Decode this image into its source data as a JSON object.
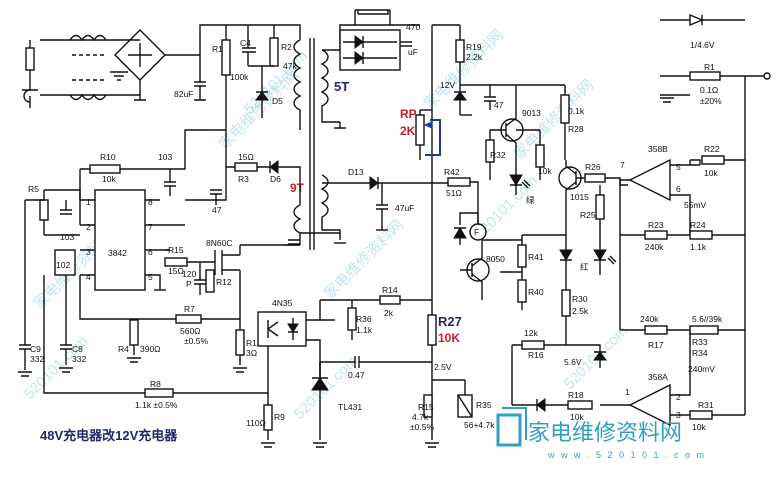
{
  "title": "48V充电器改12V充电器",
  "watermark": "家电维修资料网",
  "watermark_url": "520101.com",
  "logo": {
    "text": "家电维修资料网",
    "url": "w w w . 5 2 0 1 0 1 . c o m"
  },
  "annotations": {
    "t5": "5T",
    "t9": "9T",
    "rp": "RP",
    "rp_val": "2K",
    "r27": "R27",
    "r27_val": "10K"
  },
  "labels": {
    "r1": "R1",
    "r1v": "100k",
    "c4": "C4",
    "r2": "R2",
    "r2v": "47k",
    "d5": "D5",
    "c82": "82uF",
    "r10": "R10",
    "r10v": "10k",
    "c103a": "103",
    "c103b": "103",
    "r5": "R5",
    "c102": "102",
    "ic": "3842",
    "p1": "1",
    "p2": "2",
    "p3": "3",
    "p4": "4",
    "p5": "5",
    "p6": "6",
    "p7": "7",
    "p8": "8",
    "r3": "R3",
    "r3v": "15Ω",
    "d6": "D6",
    "c47a": "47",
    "r15": "R15",
    "r15v": "15Ω",
    "q1": "8N60C",
    "c120": "120",
    "cp": "P",
    "r12": "R12",
    "r7": "R7",
    "r7v": "560Ω",
    "r7t": "±0.5%",
    "r4": "R4",
    "r4v": "390Ω",
    "r13": "R13",
    "r13v": "3Ω",
    "c9": "C9",
    "c9v": "332",
    "c8": "C8",
    "c8v": "332",
    "r8": "R8",
    "r8v": "1.1k ±0.5%",
    "r9": "R9",
    "r9v": "110Ω",
    "oc": "4N35",
    "r14": "R14",
    "r14v": "2k",
    "r36": "R36",
    "r36v": "1.1k",
    "c047": "0.47",
    "tl": "TL431",
    "v25": "2.5V",
    "r15b": "R15",
    "r15bv": "4.7k",
    "r15bt": "±0.5%",
    "r35": "R35",
    "r35v": "56+4.7k",
    "d13": "D13",
    "r42": "R42",
    "r42v": "51Ω",
    "c47uf": "47uF",
    "c470": "470",
    "c470u": "uF",
    "r19": "R19",
    "r19v": "2.2k",
    "v12": "12V",
    "c47b": "47",
    "q9013": "9013",
    "r32": "R32",
    "green": "绿",
    "r28": "R28",
    "r28v": "0.1k",
    "q1015": "1015",
    "r28b": "10k",
    "r26": "R26",
    "r25": "R25",
    "r41": "R41",
    "r40": "R40",
    "q8050": "8050",
    "red": "红",
    "r30": "R30",
    "r30v": "2.5k",
    "r16": "R16",
    "r16v": "12k",
    "d56": "5.6V",
    "r18": "R18",
    "r18v": "10k",
    "r31": "R31",
    "r31v": "10k",
    "r1o": "R1",
    "r1ov": "0.1Ω",
    "r1ot": "±20%",
    "u358b": "358B",
    "r22": "R22",
    "r22v": "10k",
    "mv55": "55mV",
    "r23": "R23",
    "r23v": "240k",
    "r24": "R24",
    "r24v": "1.1k",
    "r17": "R17",
    "r17v": "240k",
    "r33": "R33",
    "r34": "R34",
    "r33v": "5.6//39k",
    "u358a": "358A",
    "mv240": "240mV",
    "b5": "5",
    "b6": "6",
    "b7": "7",
    "a1": "1",
    "a2": "2",
    "a3": "3",
    "fan": "F",
    "top_right": "1/4.6V"
  }
}
